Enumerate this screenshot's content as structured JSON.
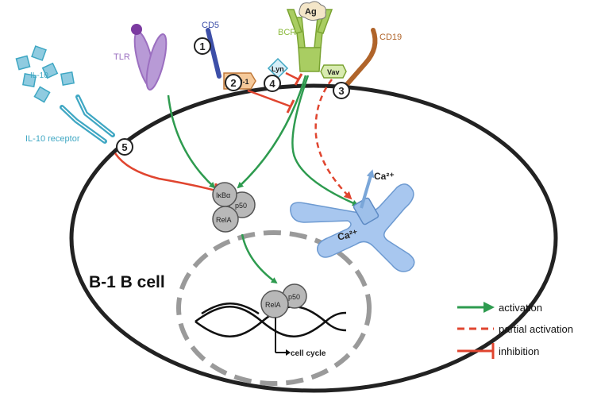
{
  "cell_title": "B-1 B cell",
  "receptors": {
    "il10": "IL-10",
    "il10_receptor": "IL-10 receptor",
    "tlr": "TLR",
    "cd5": "CD5",
    "bcr": "BCR",
    "antigen": "Ag",
    "cd19": "CD19"
  },
  "molecules": {
    "shp1": "SHP-1",
    "lyn": "Lyn",
    "vav": "Vav",
    "ikba": "IκBα",
    "rela": "RelA",
    "p50": "p50",
    "ca_out": "Ca²⁺",
    "ca_in": "Ca²⁺",
    "cell_cycle": "cell cycle"
  },
  "steps": [
    "1",
    "2",
    "3",
    "4",
    "5"
  ],
  "legend": {
    "activation": "activation",
    "partial_activation": "partial activation",
    "inhibition": "inhibition"
  },
  "colors": {
    "activation": "#2e9b4f",
    "inhibition": "#e0452f",
    "il10": "#3fa7c3",
    "tlr": "#9b6fc0",
    "cd5": "#3d4fa8",
    "bcr": "#8dbb3f",
    "cd19": "#b0642a",
    "er": "#8fb6e6",
    "nfkb": "#b8b8b8"
  }
}
